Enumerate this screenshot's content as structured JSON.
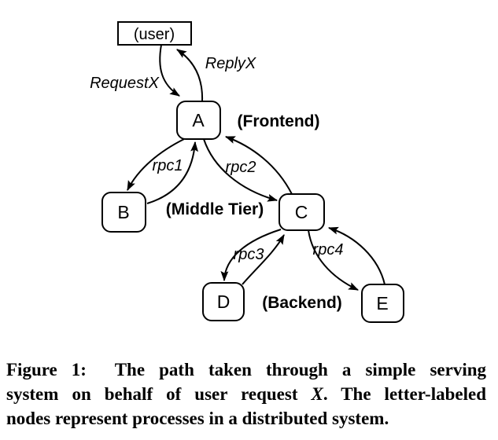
{
  "diagram": {
    "nodes": {
      "user": {
        "label": "(user)"
      },
      "a": {
        "label": "A"
      },
      "b": {
        "label": "B"
      },
      "c": {
        "label": "C"
      },
      "d": {
        "label": "D"
      },
      "e": {
        "label": "E"
      }
    },
    "tiers": {
      "frontend": "(Frontend)",
      "middle": "(Middle Tier)",
      "backend": "(Backend)"
    },
    "edge_labels": {
      "request": "RequestX",
      "reply": "ReplyX",
      "rpc1": "rpc1",
      "rpc2": "rpc2",
      "rpc3": "rpc3",
      "rpc4": "rpc4"
    },
    "colors": {
      "stroke": "#000000",
      "fill": "#ffffff"
    }
  },
  "caption": {
    "line1": "Figure 1:  The path taken through a simple serving",
    "line2_pre": "system on behalf of user request ",
    "line2_x": "X",
    "line2_post": ". The letter-labeled",
    "line3": "nodes represent processes in a distributed system."
  }
}
